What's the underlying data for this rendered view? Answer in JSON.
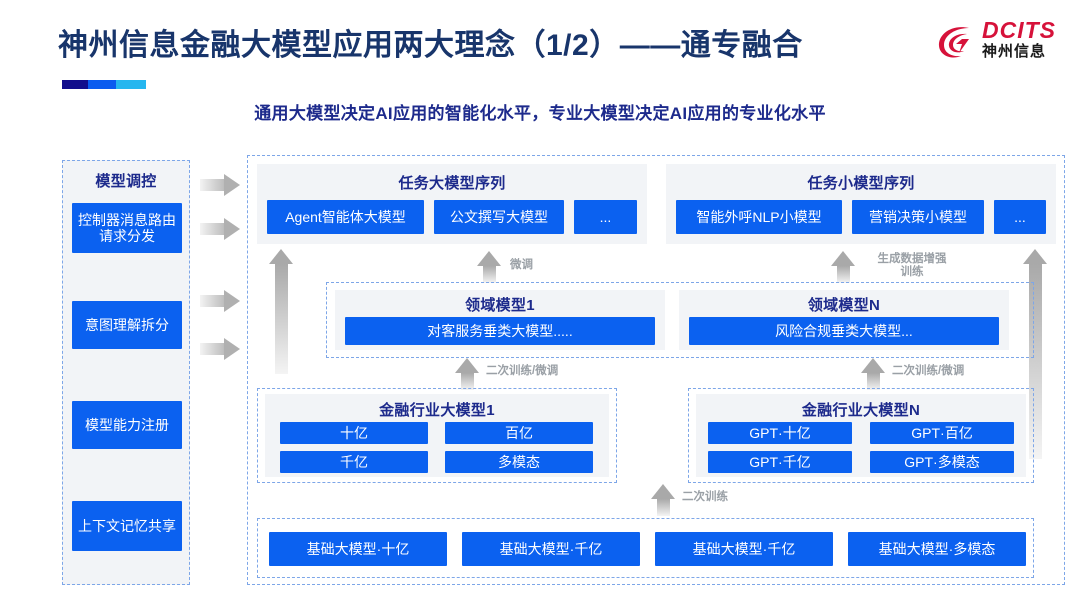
{
  "header": {
    "title": "神州信息金融大模型应用两大理念（1/2）——通专融合",
    "subtitle": "通用大模型决定AI应用的智能化水平，专业大模型决定AI应用的专业化水平",
    "logo": {
      "brand": "DCITS",
      "brand_cn": "神州信息",
      "mark": "dcits-swirl-icon"
    },
    "accent_colors": [
      "#120e8c",
      "#0a5bef",
      "#25b6ef"
    ]
  },
  "sidebar": {
    "title": "模型调控",
    "items": [
      {
        "label": "控制器消息路由请求分发"
      },
      {
        "label": "意图理解拆分"
      },
      {
        "label": "模型能力注册"
      },
      {
        "label": "上下文记忆共享"
      }
    ]
  },
  "task_row": {
    "left": {
      "title": "任务大模型序列",
      "boxes": [
        "Agent智能体大模型",
        "公文撰写大模型",
        "..."
      ]
    },
    "right": {
      "title": "任务小模型序列",
      "boxes": [
        "智能外呼NLP小模型",
        "营销决策小模型",
        "..."
      ]
    }
  },
  "domain_row": {
    "left": {
      "title": "领域模型1",
      "box": "对客服务垂类大模型....."
    },
    "right": {
      "title": "领域模型N",
      "box": "风险合规垂类大模型..."
    }
  },
  "industry_row": {
    "left": {
      "title": "金融行业大模型1",
      "boxes": [
        "十亿",
        "百亿",
        "千亿",
        "多模态"
      ]
    },
    "right": {
      "title": "金融行业大模型N",
      "boxes": [
        "GPT·十亿",
        "GPT·百亿",
        "GPT·千亿",
        "GPT·多模态"
      ]
    }
  },
  "base_row": {
    "boxes": [
      "基础大模型·十亿",
      "基础大模型·千亿",
      "基础大模型·千亿",
      "基础大模型·多模态"
    ]
  },
  "connectors": {
    "finetune": "微调",
    "data_aug": "生成数据增强\n训练",
    "retrain_finetune_left": "二次训练/微调",
    "retrain_finetune_right": "二次训练/微调",
    "retrain": "二次训练"
  },
  "colors": {
    "box_blue": "#0b61f0",
    "title_navy": "#18356b",
    "label_navy": "#1d2a8c",
    "panel_bg": "#f2f4f7",
    "dash_border": "#7da6e8",
    "logo_red": "#d6123a"
  }
}
